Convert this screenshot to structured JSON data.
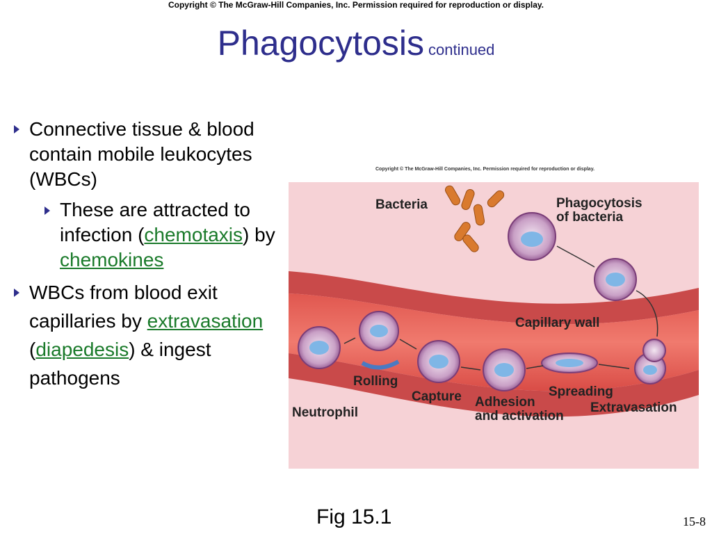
{
  "copyright": "Copyright © The McGraw-Hill Companies, Inc. Permission required for reproduction or display.",
  "title": {
    "main": "Phagocytosis",
    "sub": "continued"
  },
  "bullets": {
    "b1": "Connective tissue & blood contain mobile leukocytes (WBCs)",
    "b1_sub": {
      "pre": "These are attracted to infection (",
      "term1": "chemotaxis",
      "mid": ") by ",
      "term2": "chemokines"
    },
    "b2": {
      "pre": "WBCs from blood exit capillaries by ",
      "term1": "extravasation",
      "open": "(",
      "term2": "diapedesis",
      "post": ") & ingest pathogens"
    }
  },
  "figure": {
    "copyright": "Copyright © The McGraw-Hill Companies, Inc. Permission required for reproduction or display.",
    "labels": {
      "bacteria": "Bacteria",
      "phago1": "Phagocytosis",
      "phago2": "of bacteria",
      "capillary_wall": "Capillary wall",
      "rolling": "Rolling",
      "capture": "Capture",
      "adhesion1": "Adhesion",
      "adhesion2": "and activation",
      "spreading": "Spreading",
      "extravasation": "Extravasation",
      "neutrophil": "Neutrophil"
    }
  },
  "caption": "Fig 15.1",
  "page_number": "15-8"
}
